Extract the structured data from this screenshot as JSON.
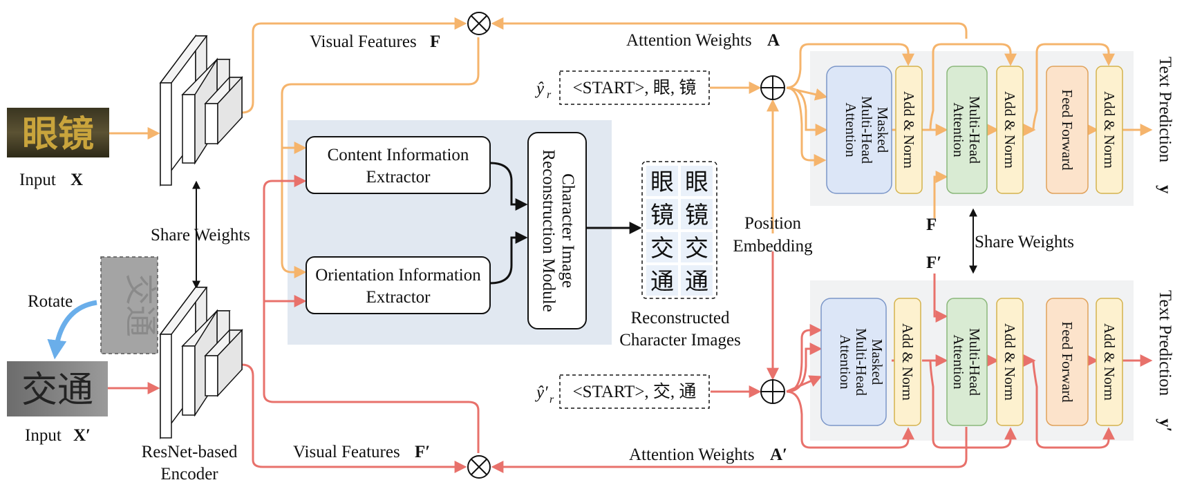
{
  "colors": {
    "orange": "#F5B46C",
    "red": "#E8716B",
    "blue_arrow": "#6AAEEA",
    "panel": "#E1E8F1",
    "decoder_bg": "#F1F2F3",
    "mha_fill": "#DCE6F7",
    "addnorm_fill": "#FDF1CF",
    "attn_fill": "#D9EBD3",
    "ff_fill": "#FCE3CB"
  },
  "icons": [
    "multiply-circle-icon",
    "plus-circle-icon"
  ],
  "inputs": {
    "top_label": "Input",
    "top_symbol": "X",
    "top_word": "眼镜",
    "bottom_label": "Input",
    "bottom_symbol": "X′",
    "bottom_word": "交通",
    "rotated_word": "交通",
    "rotate_label": "Rotate"
  },
  "encoder": {
    "label_line1": "ResNet-based",
    "label_line2": "Encoder",
    "share_weights": "Share Weights"
  },
  "flow_labels": {
    "visual_features_top": "Visual Features",
    "visual_features_top_sym": "F",
    "attention_weights_top": "Attention Weights",
    "attention_weights_top_sym": "A",
    "visual_features_bottom": "Visual Features",
    "visual_features_bottom_sym": "F′",
    "attention_weights_bottom": "Attention Weights",
    "attention_weights_bottom_sym": "A′"
  },
  "reconstruction": {
    "content_line1": "Content Information",
    "content_line2": "Extractor",
    "orientation_line1": "Orientation Information",
    "orientation_line2": "Extractor",
    "module_line1": "Character Image",
    "module_line2": "Reconstruction Module",
    "chars": [
      "眼",
      "眼",
      "镜",
      "镜",
      "交",
      "交",
      "通",
      "通"
    ],
    "caption_line1": "Reconstructed",
    "caption_line2": "Character Images"
  },
  "decoder": {
    "top_seq_var": "ŷ",
    "top_seq_sub": "r",
    "top_seq": "<START>, 眼, 镜",
    "bottom_seq_var": "ŷ′",
    "bottom_seq_sub": "r",
    "bottom_seq": "<START>, 交, 通",
    "position_line1": "Position",
    "position_line2": "Embedding",
    "masked_line1": "Masked",
    "masked_line2": "Multi-Head",
    "masked_line3": "Attention",
    "add_norm": "Add & Norm",
    "mha_line1": "Multi-Head",
    "mha_line2": "Attention",
    "feed_forward": "Feed Forward",
    "f_top": "F",
    "f_bottom": "F′",
    "share_weights": "Share Weights",
    "output_top": "Text Prediction",
    "output_top_sym": "y",
    "output_bottom": "Text Prediction",
    "output_bottom_sym": "y′"
  }
}
